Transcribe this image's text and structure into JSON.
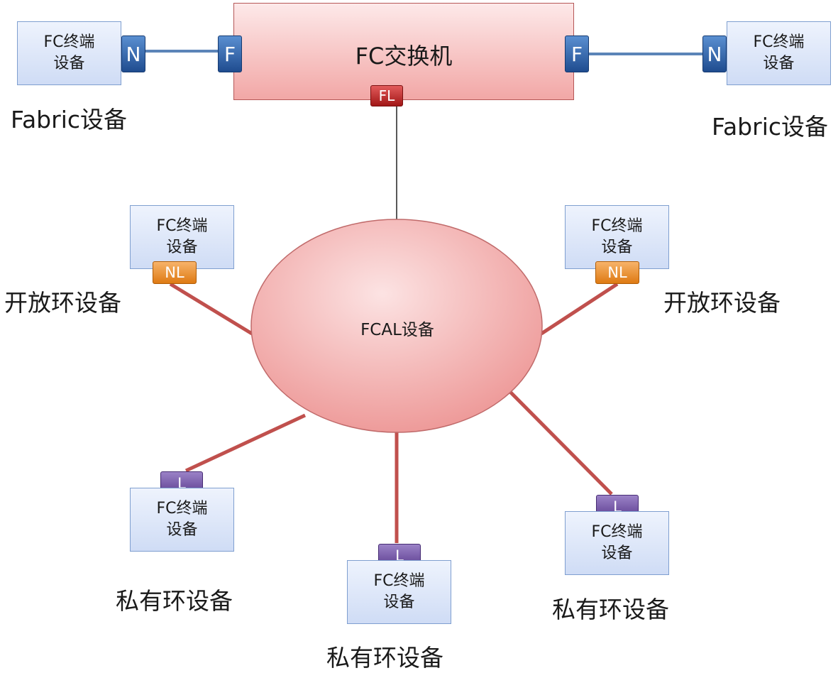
{
  "switch": {
    "label": "FC交换机",
    "fl_port": "FL",
    "f_port_left": "F",
    "f_port_right": "F"
  },
  "ring": {
    "label": "FCAL设备"
  },
  "device_label_line1": "FC终端",
  "device_label_line2": "设备",
  "fabric_devices": [
    {
      "port": "N",
      "caption": "Fabric设备"
    },
    {
      "port": "N",
      "caption": "Fabric设备"
    }
  ],
  "open_loop_devices": [
    {
      "port": "NL",
      "caption": "开放环设备"
    },
    {
      "port": "NL",
      "caption": "开放环设备"
    }
  ],
  "private_loop_devices": [
    {
      "port": "L",
      "caption": "私有环设备"
    },
    {
      "port": "L",
      "caption": "私有环设备"
    },
    {
      "port": "L",
      "caption": "私有环设备"
    }
  ]
}
